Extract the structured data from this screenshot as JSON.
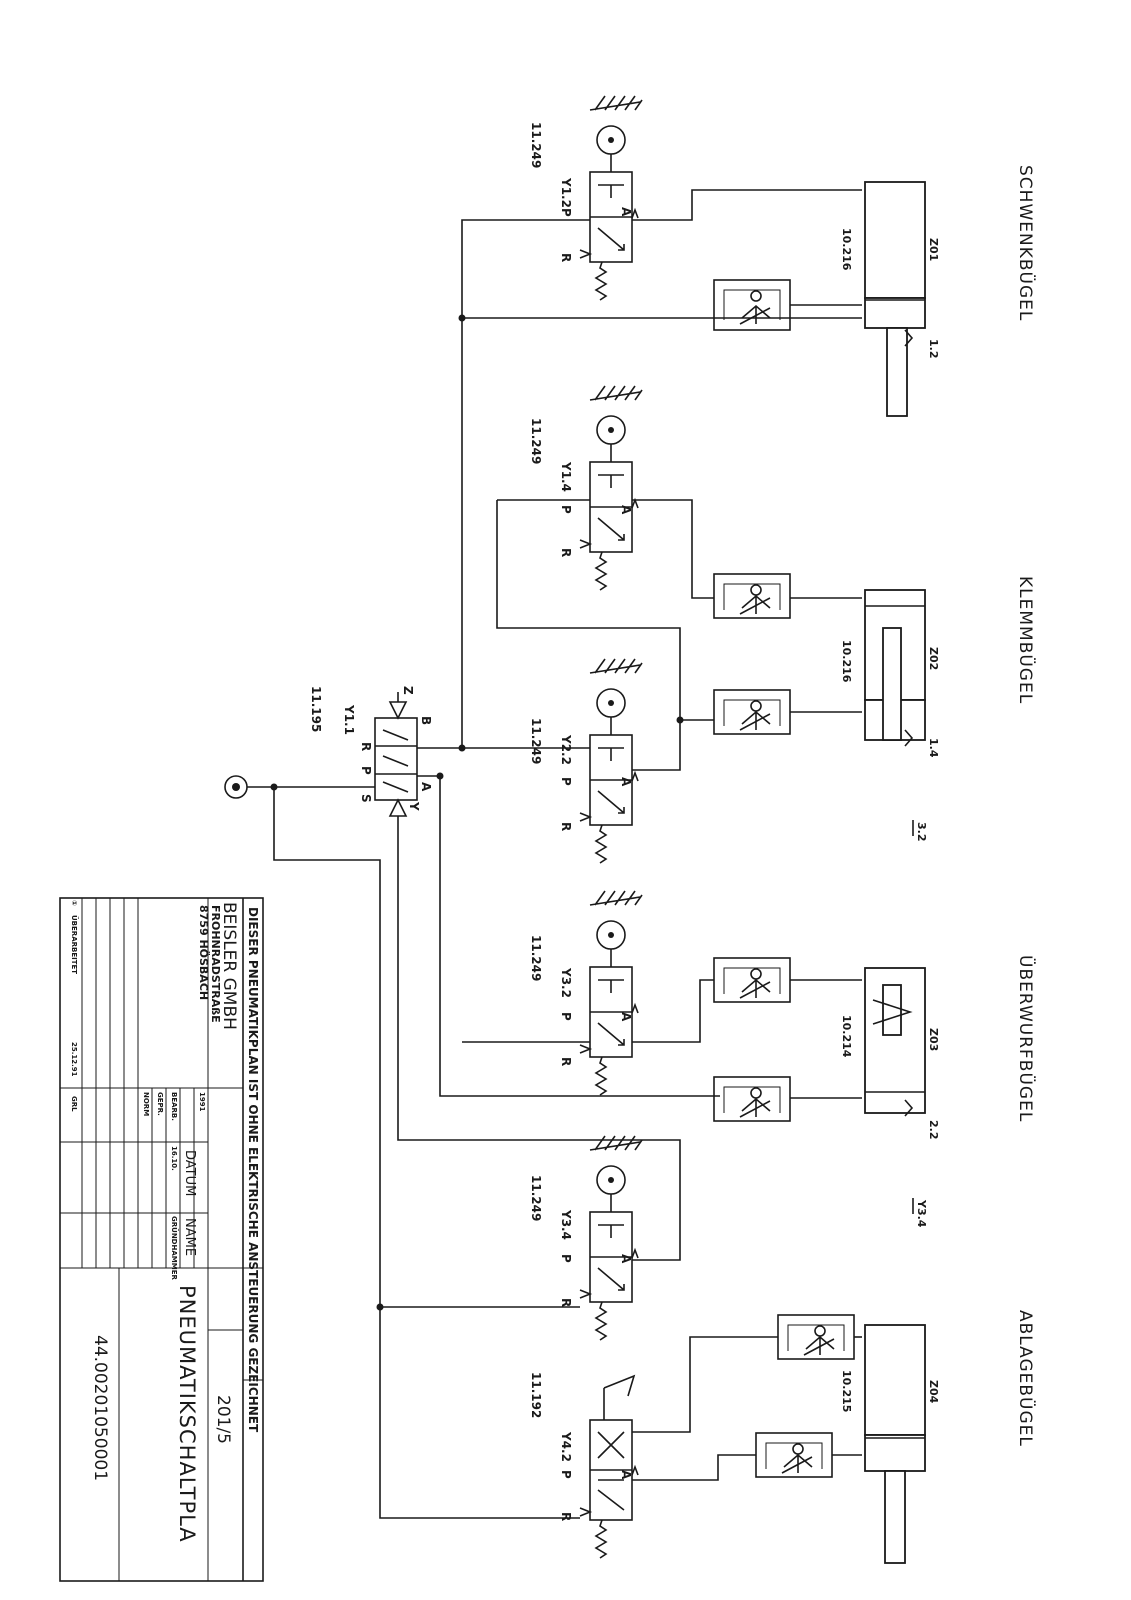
{
  "groups": [
    {
      "label": "SCHWENKBÜGEL"
    },
    {
      "label": "KLEMMBÜGEL"
    },
    {
      "label": "ÜBERWURFBÜGEL"
    },
    {
      "label": "ABLAGEBÜGEL"
    }
  ],
  "cylinders": [
    {
      "tag": "Z01",
      "part": "10.216",
      "sensor": "1.2"
    },
    {
      "tag": "Z02",
      "part": "10.216",
      "sensor": "1.4"
    },
    {
      "tag": "Z03",
      "part": "10.214",
      "sensor": "2.2"
    },
    {
      "tag": "Z04",
      "part": "10.215",
      "sensor": ""
    }
  ],
  "extra_sensors": [
    "3.2",
    "Y3.4"
  ],
  "valves": [
    {
      "tag": "Y1.2",
      "part": "11.249"
    },
    {
      "tag": "Y1.4",
      "part": "11.249"
    },
    {
      "tag": "Y2.2",
      "part": "11.249"
    },
    {
      "tag": "Y3.2",
      "part": "11.249"
    },
    {
      "tag": "Y3.4",
      "part": "11.249"
    },
    {
      "tag": "Y4.2",
      "part": "11.192"
    }
  ],
  "main_valve": {
    "tag": "Y1.1",
    "part": "11.195",
    "ports": [
      "Z",
      "B",
      "A",
      "Y",
      "R",
      "P",
      "S"
    ]
  },
  "valve_ports": {
    "p": "P",
    "r": "R",
    "a": "A"
  },
  "title_block": {
    "note": "DIESER PNEUMATIKPLAN IST OHNE ELEKTRISCHE ANSTEUERUNG GEZEICHNET",
    "company": "BEISLER GMBH",
    "street": "FROHNRADSTRAßE",
    "city": "8759 HÖSBACH",
    "year": "1991",
    "datum_label": "DATUM",
    "name_label": "NAME",
    "rows": [
      "BEARB.",
      "GEPR.",
      "NORM"
    ],
    "date_value": "16.10.",
    "name_value": "GRÜNDHAMMER",
    "sheet": "201/5",
    "title": "PNEUMATIKSCHALTPLA",
    "number": "44.00201050001",
    "rev_symbol": "①",
    "rev_text": "ÜBERARBEITET",
    "rev_date": "25.12.91",
    "rev_name": "GRL"
  }
}
